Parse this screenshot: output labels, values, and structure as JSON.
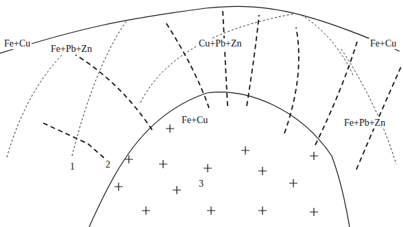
{
  "diagram": {
    "nodes": [
      {
        "text": [
          "Fe+Cu",
          "3"
        ]
      }
    ],
    "labels": [
      "Fe+Cu",
      "Fe+Pb+Zn",
      "Cu+Pb+Zn",
      "Fe+Cu",
      "Fe+Pb+Zn",
      "1",
      "2"
    ]
  }
}
